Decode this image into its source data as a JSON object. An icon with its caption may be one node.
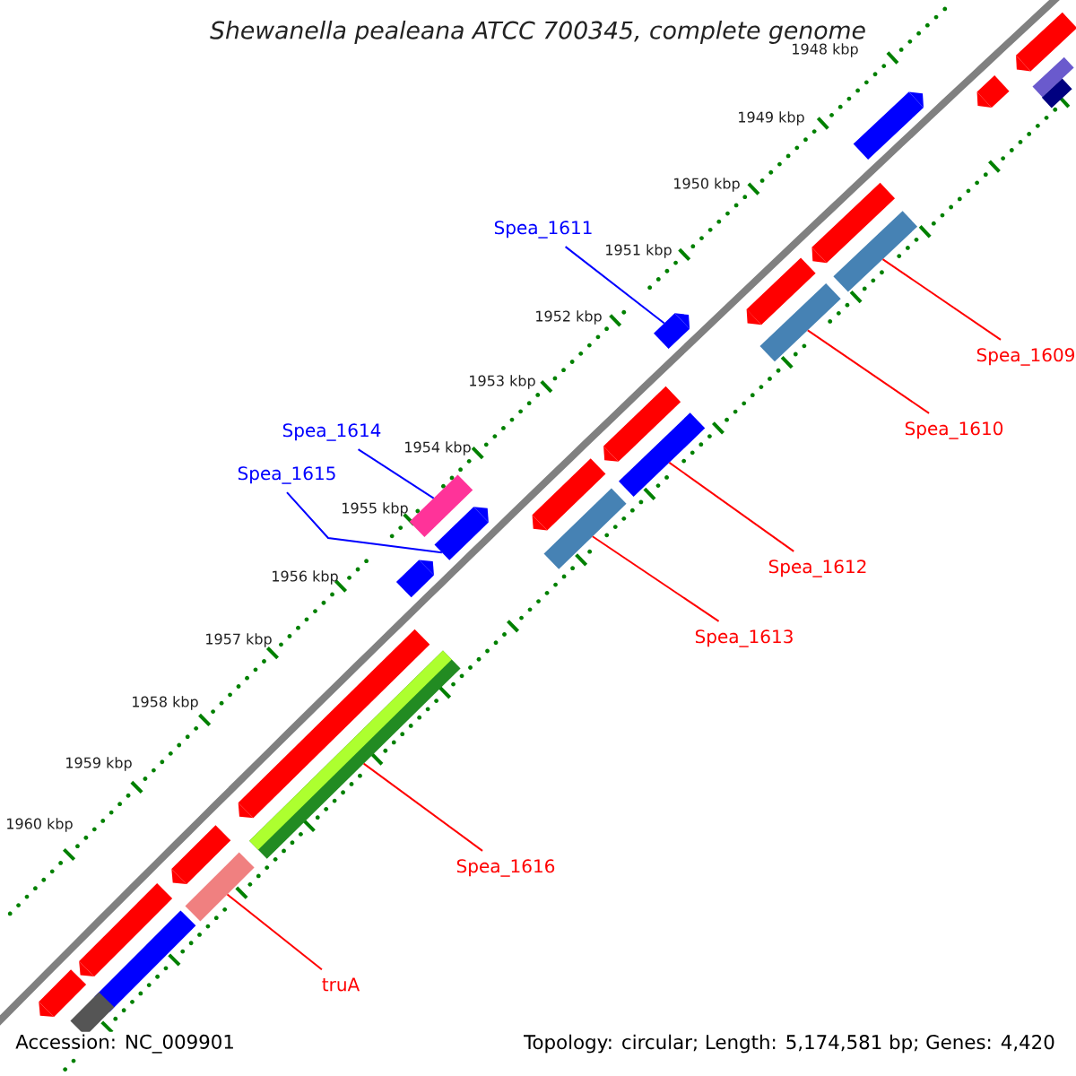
{
  "diagram": {
    "title": "Shewanella pealeana ATCC 700345, complete genome",
    "nodes": [
      {
        "text": [
          "Spea_1611"
        ]
      },
      {
        "text": [
          "Spea_1609"
        ]
      },
      {
        "text": [
          "Spea_1610"
        ]
      },
      {
        "text": [
          "Spea_1614"
        ]
      },
      {
        "text": [
          "Spea_1615"
        ]
      },
      {
        "text": [
          "Spea_1612"
        ]
      },
      {
        "text": [
          "Spea_1613"
        ]
      },
      {
        "text": [
          "Spea_1616"
        ]
      },
      {
        "text": [
          "truA"
        ]
      },
      {
        "text": [],
        "shape": "pentagon"
      },
      {
        "text": [],
        "shape": "bar"
      },
      {
        "text": [],
        "shape": "bar"
      },
      {
        "text": [],
        "shape": "bar"
      },
      {
        "text": [],
        "shape": "pentagon"
      },
      {
        "text": [],
        "shape": "bar"
      },
      {
        "text": [],
        "shape": "bar"
      },
      {
        "text": [],
        "shape": "bar"
      },
      {
        "text": [],
        "shape": "bar"
      },
      {
        "text": [],
        "shape": "pentagon"
      },
      {
        "text": [],
        "shape": "pentagon"
      },
      {
        "text": [],
        "shape": "bar"
      },
      {
        "text": [],
        "shape": "bar"
      },
      {
        "text": [],
        "shape": "pentagon"
      },
      {
        "text": [],
        "shape": "pentagon"
      },
      {
        "text": [],
        "shape": "pentagon"
      },
      {
        "text": [],
        "shape": "pentagon"
      },
      {
        "text": [],
        "shape": "pentagon"
      },
      {
        "text": [],
        "shape": "pentagon"
      },
      {
        "text": [],
        "shape": "pentagon"
      },
      {
        "text": [],
        "shape": "pentagon"
      },
      {
        "text": [],
        "shape": "pentagon"
      },
      {
        "text": [],
        "shape": "bar"
      },
      {
        "text": [],
        "shape": "pentagon"
      },
      {
        "text": [],
        "shape": "bar"
      }
    ],
    "edges": [
      {
        "from": 0,
        "to": 9,
        "arrow": "none",
        "color": "#0000ff"
      },
      {
        "from": 1,
        "to": 10,
        "arrow": "none"
      },
      {
        "from": 2,
        "to": 11,
        "arrow": "none"
      },
      {
        "from": 3,
        "to": 12,
        "arrow": "none",
        "color": "#0000ff"
      },
      {
        "from": 4,
        "to": 13,
        "arrow": "none",
        "color": "#0000ff"
      },
      {
        "from": 5,
        "to": 14,
        "arrow": "none"
      },
      {
        "from": 6,
        "to": 15,
        "arrow": "none"
      },
      {
        "from": 7,
        "to": 16,
        "arrow": "none"
      },
      {
        "from": 8,
        "to": 17,
        "arrow": "none"
      }
    ],
    "labels": [
      "1948 kbp",
      "1949 kbp",
      "1950 kbp",
      "1951 kbp",
      "1952 kbp",
      "1953 kbp",
      "1954 kbp",
      "1955 kbp",
      "1956 kbp",
      "1957 kbp",
      "1958 kbp",
      "1959 kbp",
      "1960 kbp",
      "Accession: NC_009901",
      "Topology: circular; Length: 5,174,581 bp; Genes: 4,420"
    ]
  }
}
